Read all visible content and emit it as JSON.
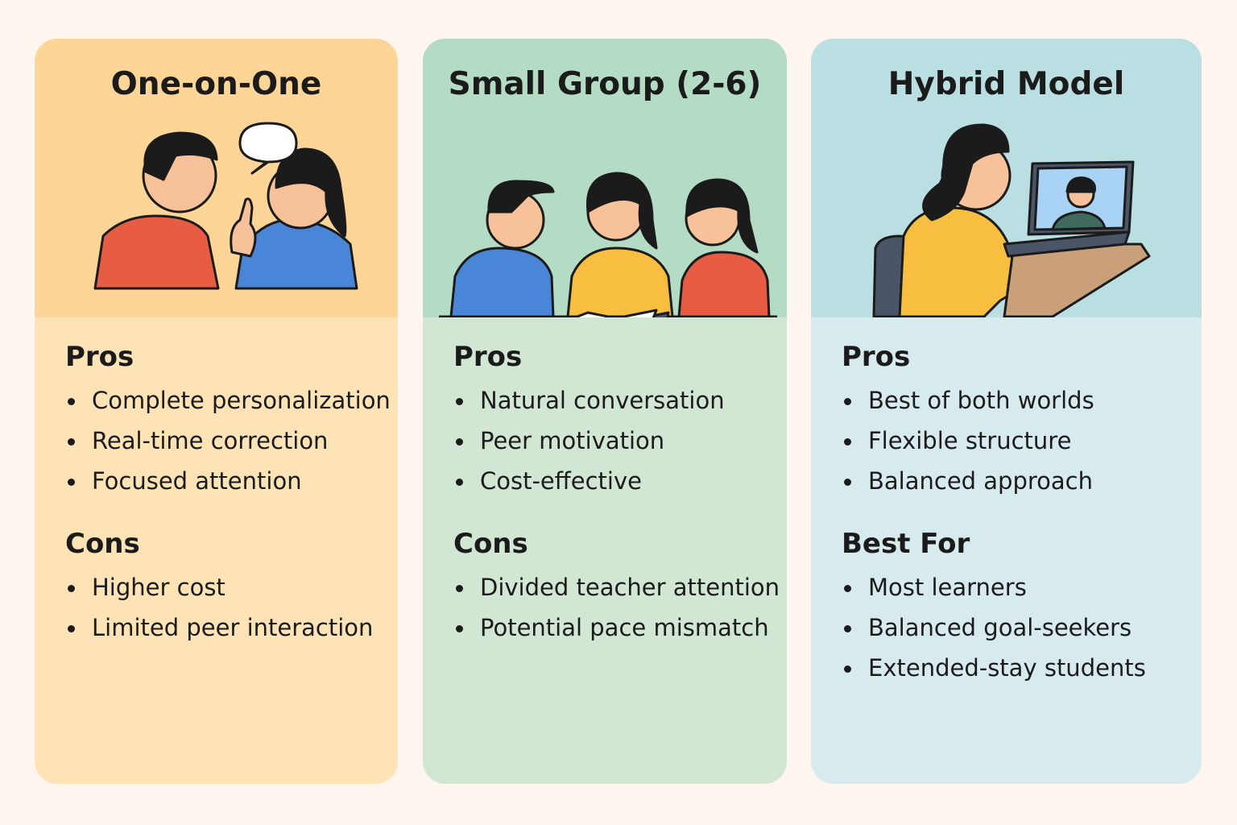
{
  "cards": [
    {
      "title": "One-on-One",
      "illustration": "tutor-and-student-talking",
      "sections": [
        {
          "heading": "Pros",
          "items": [
            "Complete personalization",
            "Real-time correction",
            "Focused attention"
          ]
        },
        {
          "heading": "Cons",
          "items": [
            "Higher cost",
            "Limited peer interaction"
          ]
        }
      ],
      "colors": {
        "header": "#fdd697",
        "body": "#fde3b6"
      }
    },
    {
      "title": "Small Group (2-6)",
      "illustration": "three-students-reading-book",
      "sections": [
        {
          "heading": "Pros",
          "items": [
            "Natural conversation",
            "Peer motivation",
            "Cost-effective"
          ]
        },
        {
          "heading": "Cons",
          "items": [
            "Divided teacher attention",
            "Potential pace mismatch"
          ]
        }
      ],
      "colors": {
        "header": "#b4dbc3",
        "body": "#d1e7d4"
      }
    },
    {
      "title": "Hybrid Model",
      "illustration": "student-on-video-call-laptop",
      "sections": [
        {
          "heading": "Pros",
          "items": [
            "Best of both worlds",
            "Flexible structure",
            "Balanced approach"
          ]
        },
        {
          "heading": "Best For",
          "items": [
            "Most learners",
            "Balanced goal-seekers",
            "Extended-stay students"
          ]
        }
      ],
      "colors": {
        "header": "#badfe2",
        "body": "#d7ebee"
      }
    }
  ]
}
